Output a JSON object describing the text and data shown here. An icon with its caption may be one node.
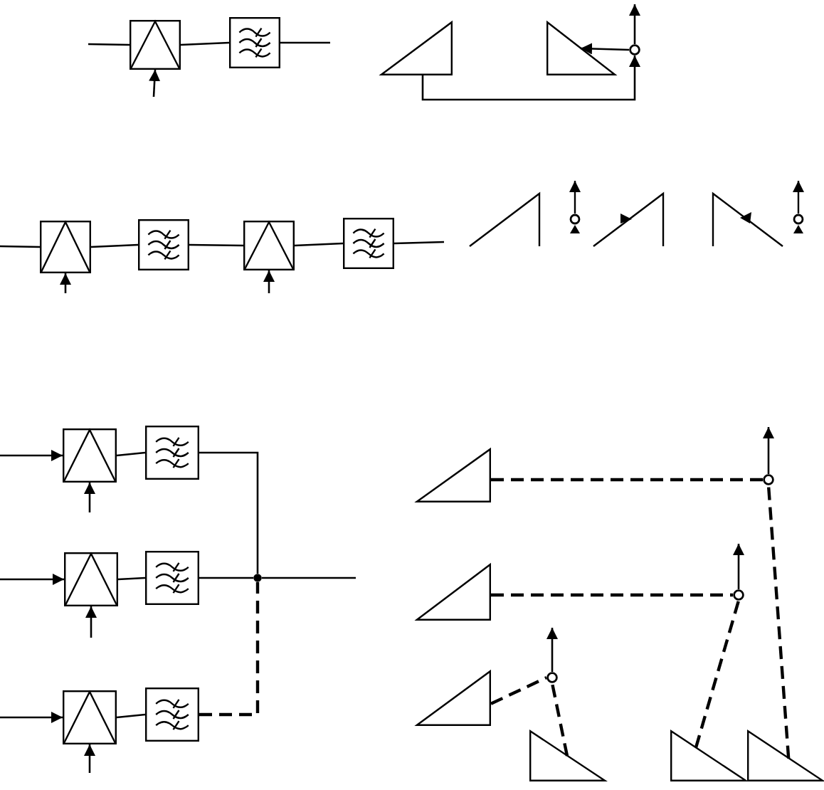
{
  "diagram": {
    "nodes": [
      {
        "text": [],
        "shape": "box"
      },
      {
        "text": [],
        "shape": "box"
      },
      {
        "text": [],
        "shape": "triangle"
      },
      {
        "text": [],
        "shape": "triangle"
      },
      {
        "text": [],
        "shape": "circle"
      },
      {
        "text": [],
        "shape": "box"
      },
      {
        "text": [],
        "shape": "box"
      },
      {
        "text": [],
        "shape": "box"
      },
      {
        "text": [],
        "shape": "box"
      },
      {
        "text": [],
        "shape": "box"
      },
      {
        "text": [],
        "shape": "box"
      },
      {
        "text": [],
        "shape": "box"
      },
      {
        "text": [],
        "shape": "box"
      },
      {
        "text": [],
        "shape": "box"
      },
      {
        "text": [],
        "shape": "box"
      },
      {
        "text": [],
        "shape": "circle"
      },
      {
        "text": [],
        "shape": "triangle"
      },
      {
        "text": [],
        "shape": "triangle"
      },
      {
        "text": [],
        "shape": "triangle"
      },
      {
        "text": [],
        "shape": "circle"
      },
      {
        "text": [],
        "shape": "circle"
      },
      {
        "text": [],
        "shape": "circle"
      },
      {
        "text": [],
        "shape": "triangle"
      },
      {
        "text": [],
        "shape": "triangle"
      },
      {
        "text": [],
        "shape": "triangle"
      }
    ],
    "edges": [
      {
        "from": null,
        "to": 0,
        "arrow": "none"
      },
      {
        "from": 0,
        "to": 1,
        "arrow": "none"
      },
      {
        "from": 1,
        "to": null,
        "arrow": "none"
      },
      {
        "from": null,
        "to": 0,
        "arrow": "to"
      },
      {
        "from": 4,
        "to": 3,
        "arrow": "to"
      },
      {
        "from": 2,
        "to": 4,
        "arrow": "to"
      },
      {
        "from": 4,
        "to": null,
        "arrow": "to"
      },
      {
        "from": null,
        "to": 5,
        "arrow": "none"
      },
      {
        "from": 5,
        "to": 6,
        "arrow": "none"
      },
      {
        "from": 6,
        "to": 7,
        "arrow": "none"
      },
      {
        "from": 7,
        "to": 8,
        "arrow": "none"
      },
      {
        "from": 8,
        "to": null,
        "arrow": "none"
      },
      {
        "from": null,
        "to": 5,
        "arrow": "to"
      },
      {
        "from": null,
        "to": 7,
        "arrow": "to"
      },
      {
        "from": null,
        "to": 9,
        "arrow": "to"
      },
      {
        "from": 9,
        "to": 10,
        "arrow": "none"
      },
      {
        "from": 10,
        "to": 15,
        "arrow": "none"
      },
      {
        "from": null,
        "to": 9,
        "arrow": "to"
      },
      {
        "from": null,
        "to": 11,
        "arrow": "to"
      },
      {
        "from": 11,
        "to": 12,
        "arrow": "none"
      },
      {
        "from": 12,
        "to": 15,
        "arrow": "none"
      },
      {
        "from": null,
        "to": 11,
        "arrow": "to"
      },
      {
        "from": 15,
        "to": null,
        "arrow": "none"
      },
      {
        "from": null,
        "to": 13,
        "arrow": "to"
      },
      {
        "from": 13,
        "to": 14,
        "arrow": "none"
      },
      {
        "from": 14,
        "to": 15,
        "arrow": "none",
        "style": "dashed"
      },
      {
        "from": null,
        "to": 13,
        "arrow": "to"
      },
      {
        "from": 16,
        "to": 19,
        "arrow": "none",
        "style": "dashed"
      },
      {
        "from": 17,
        "to": 20,
        "arrow": "none",
        "style": "dashed"
      },
      {
        "from": 18,
        "to": 21,
        "arrow": "none",
        "style": "dashed"
      },
      {
        "from": 22,
        "to": 21,
        "arrow": "none",
        "style": "dashed"
      },
      {
        "from": 23,
        "to": 20,
        "arrow": "none",
        "style": "dashed"
      },
      {
        "from": 24,
        "to": 19,
        "arrow": "none",
        "style": "dashed"
      },
      {
        "from": 19,
        "to": null,
        "arrow": "to"
      },
      {
        "from": 20,
        "to": null,
        "arrow": "to"
      },
      {
        "from": 21,
        "to": null,
        "arrow": "to"
      }
    ]
  }
}
